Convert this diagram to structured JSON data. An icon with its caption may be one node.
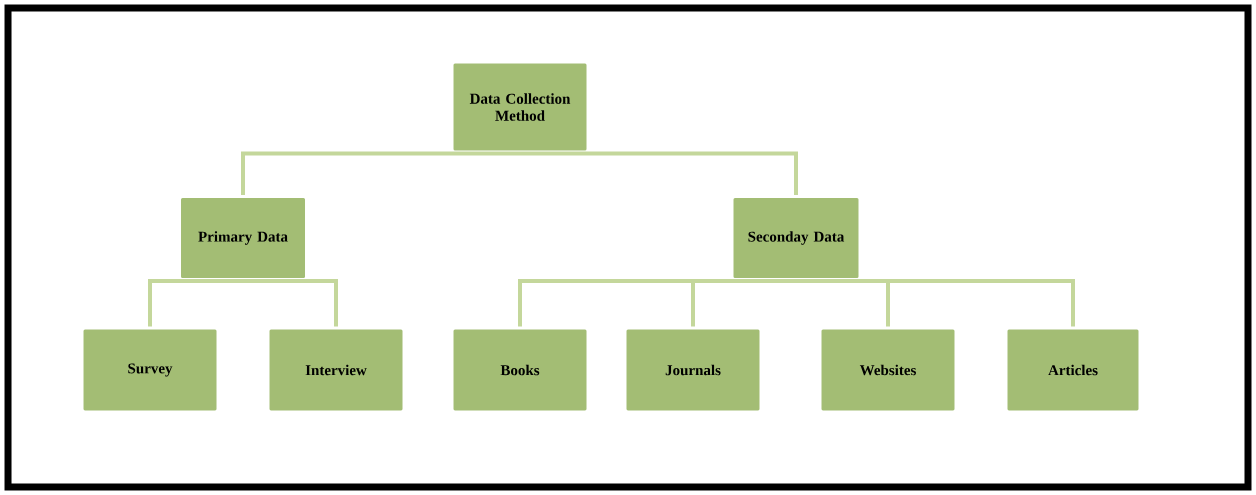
{
  "diagram": {
    "nodes": [
      {
        "text": [
          "Data Collection Method"
        ]
      },
      {
        "text": [
          "Primary Data"
        ]
      },
      {
        "text": [
          "Seconday Data"
        ]
      },
      {
        "text": [
          "Survey"
        ]
      },
      {
        "text": [
          "Interview"
        ]
      },
      {
        "text": [
          "Books"
        ]
      },
      {
        "text": [
          "Journals"
        ]
      },
      {
        "text": [
          "Websites"
        ]
      },
      {
        "text": [
          "Articles"
        ]
      }
    ],
    "edges": [
      {
        "from": 0,
        "to": 1,
        "arrow": "none"
      },
      {
        "from": 0,
        "to": 2,
        "arrow": "none"
      },
      {
        "from": 1,
        "to": 3,
        "arrow": "none"
      },
      {
        "from": 1,
        "to": 4,
        "arrow": "none"
      },
      {
        "from": 2,
        "to": 5,
        "arrow": "none"
      },
      {
        "from": 2,
        "to": 6,
        "arrow": "none"
      },
      {
        "from": 2,
        "to": 7,
        "arrow": "none"
      },
      {
        "from": 2,
        "to": 8,
        "arrow": "none"
      }
    ]
  }
}
